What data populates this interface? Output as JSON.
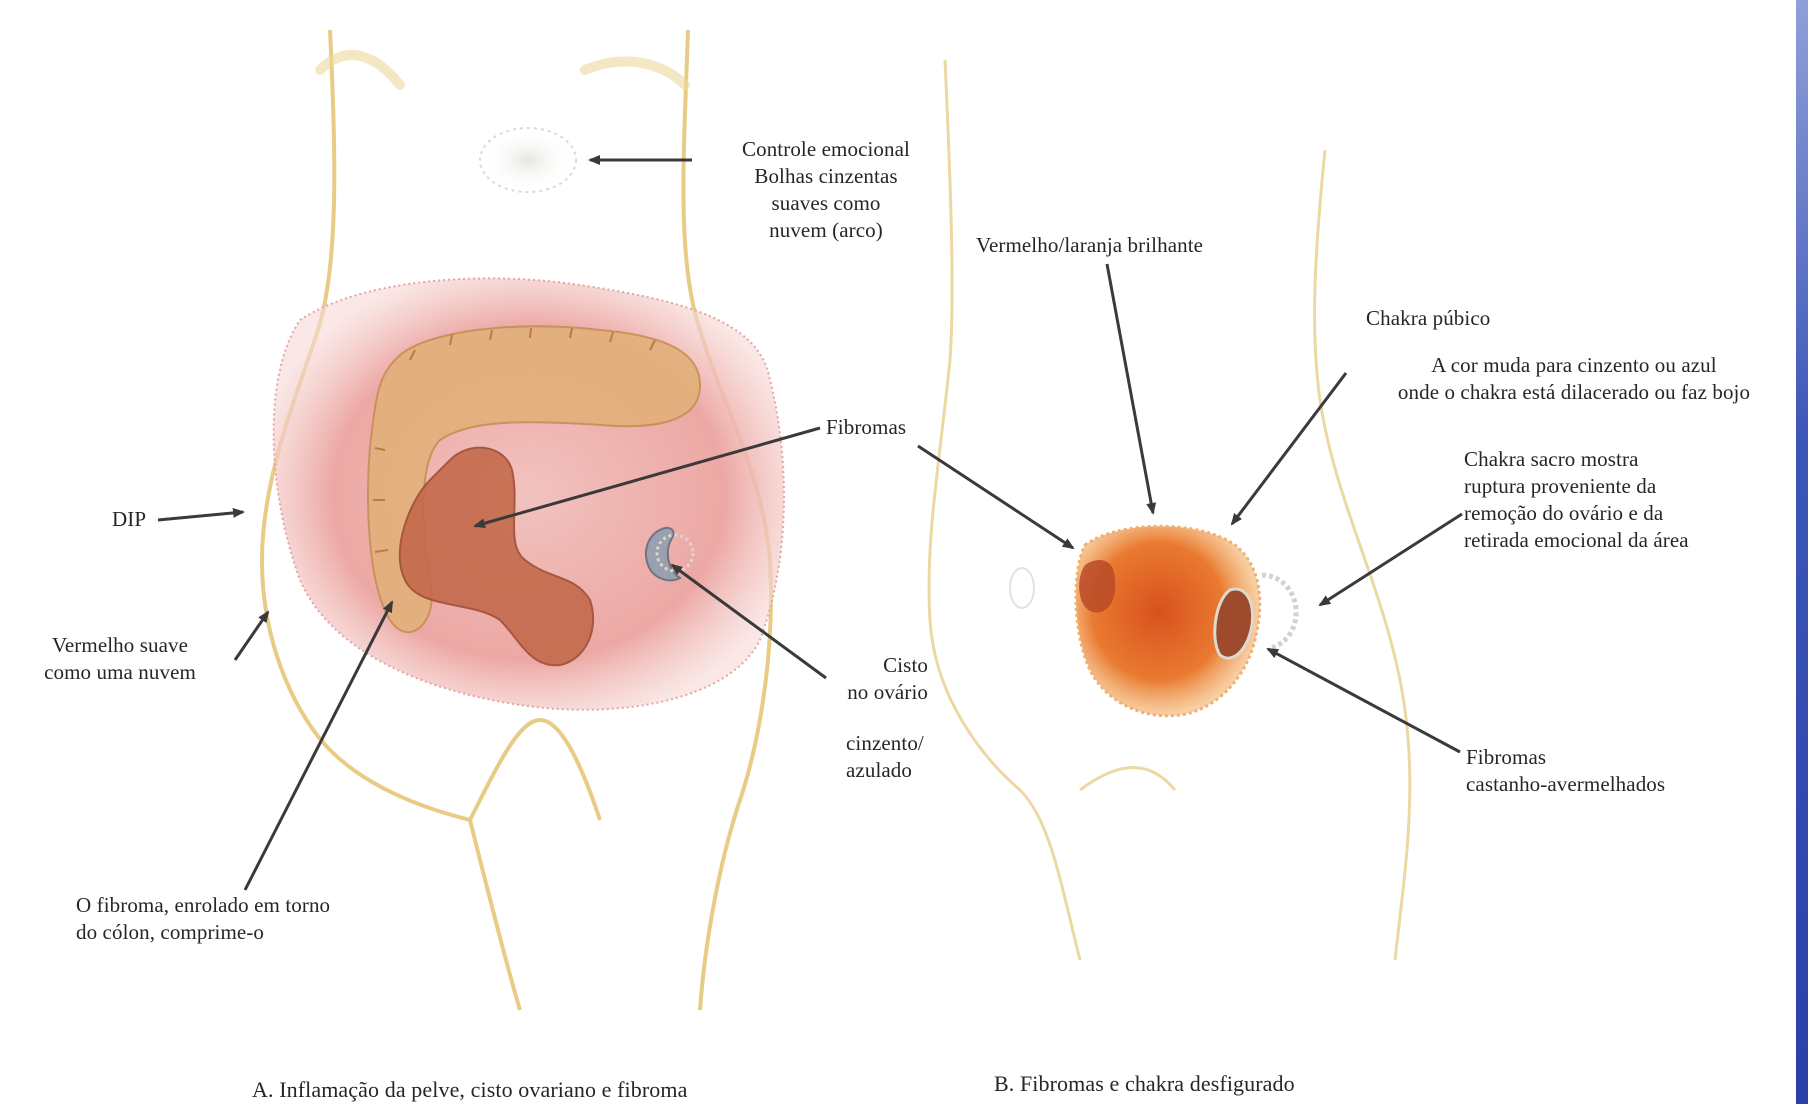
{
  "colors": {
    "body_outline": "#e8cc86",
    "inflammation": "#e58c8c",
    "fibroid": "#c46a4c",
    "colon": "#d9a06a",
    "sacral_chakra": "#e3702a",
    "cyst_gray": "#9aa0b0",
    "edge_blue": "#2b3fa8",
    "arrow": "#3a3a3a"
  },
  "icons": [
    "arrow-icon"
  ],
  "labels": {
    "emotional_control": "Controle emocional\nBolhas cinzentas\nsuaves como\nnuvem (arco)",
    "bright_red_orange": "Vermelho/laranja brilhante",
    "pubic_chakra": "Chakra púbico",
    "color_change": "A cor muda para cinzento ou azul\nonde o chakra está dilacerado ou faz bojo",
    "fibroids_center": "Fibromas",
    "sacral_chakra_rupture": "Chakra sacro mostra\nruptura proveniente da\nremoção do ovário e da\nretirada emocional da área",
    "dip": "DIP",
    "soft_red": "Vermelho suave\ncomo uma nuvem",
    "ovary_cyst": "Cisto\nno ovário",
    "gray_bluish": "cinzento/\nazulado",
    "reddish_brown_fibroids": "Fibromas\ncastanho-avermelhados",
    "fibroid_colon": "O fibroma, enrolado em torno\ndo cólon, comprime-o"
  },
  "captions": {
    "a": "A. Inflamação da pelve, cisto ovariano e fibroma",
    "b": "B. Fibromas e chakra desfigurado"
  }
}
